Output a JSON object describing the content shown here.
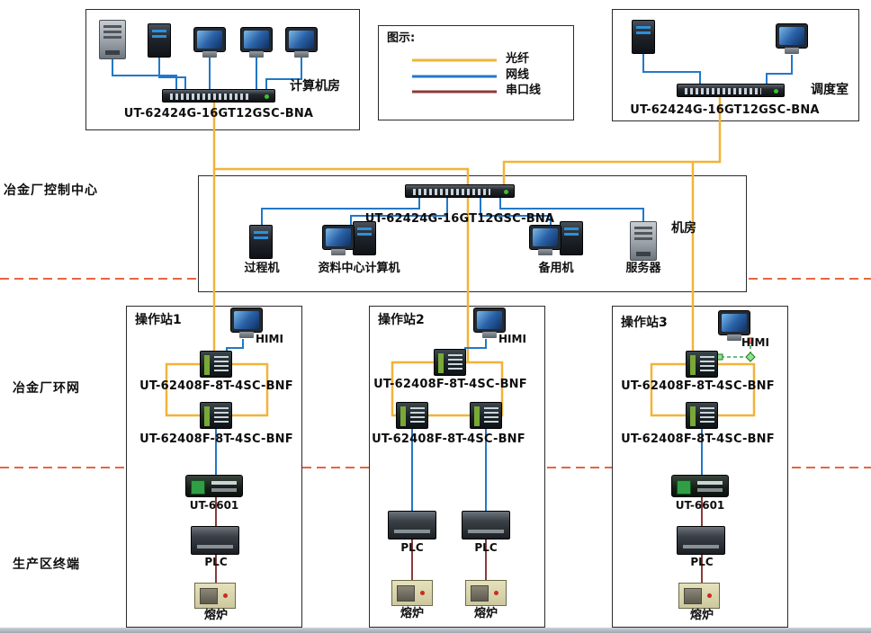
{
  "zones": {
    "control_center": "冶金厂控制中心",
    "ring_network": "冶金厂环网",
    "production": "生产区终端"
  },
  "legend": {
    "title": "图示:",
    "items": [
      {
        "name": "fiber",
        "label": "光纤",
        "color": "#F2B338"
      },
      {
        "name": "ethernet",
        "label": "网线",
        "color": "#2278C8"
      },
      {
        "name": "serial",
        "label": "串口线",
        "color": "#8C3B3B"
      }
    ]
  },
  "computer_room": {
    "name": "计算机房",
    "switch_model": "UT-62424G-16GT12GSC-BNA"
  },
  "dispatch_room": {
    "name": "调度室",
    "switch_model": "UT-62424G-16GT12GSC-BNA"
  },
  "machine_room": {
    "name": "机房",
    "switch_model": "UT-62424G-16GT12GSC-BNA",
    "devices": [
      {
        "label": "过程机"
      },
      {
        "label": "资料中心计算机"
      },
      {
        "label": "备用机"
      },
      {
        "label": "服务器"
      }
    ]
  },
  "stations": [
    {
      "name": "操作站1",
      "hmi_label": "HIMI",
      "switch_top_model": "UT-62408F-8T-4SC-BNF",
      "switch_bottom_model": "UT-62408F-8T-4SC-BNF",
      "converter_model": "UT-6601",
      "plc_label": "PLC",
      "furnace_label": "熔炉"
    },
    {
      "name": "操作站2",
      "hmi_label": "HIMI",
      "switch_top_model": "UT-62408F-8T-4SC-BNF",
      "switch_bottom_model": "UT-62408F-8T-4SC-BNF",
      "plc_label": "PLC",
      "plc2_label": "PLC",
      "furnace_label": "熔炉",
      "furnace2_label": "熔炉"
    },
    {
      "name": "操作站3",
      "hmi_label": "HIMI",
      "switch_top_model": "UT-62408F-8T-4SC-BNF",
      "switch_bottom_model": "UT-62408F-8T-4SC-BNF",
      "converter_model": "UT-6601",
      "plc_label": "PLC",
      "furnace_label": "熔炉"
    }
  ],
  "colors": {
    "fiber": "#F2B338",
    "ethernet": "#2278C8",
    "serial": "#8C3B3B",
    "separator": "#E8653F"
  }
}
